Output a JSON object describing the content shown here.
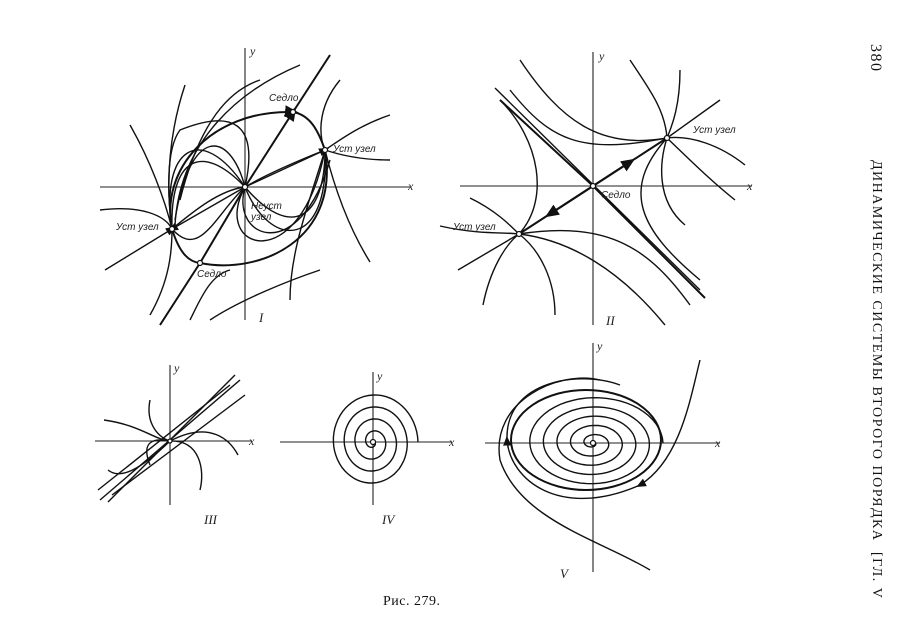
{
  "header": {
    "page_number": "380",
    "running_title": "ДИНАМИЧЕСКИЕ СИСТЕМЫ ВТОРОГО ПОРЯДКА",
    "chapter": "[ГЛ. V"
  },
  "figure": {
    "caption": "Рис. 279.",
    "axis_x": "x",
    "axis_y": "y",
    "panels": [
      {
        "numeral": "I",
        "labels": {
          "saddle_top": "Седло",
          "stable_node_right": "Уст узел",
          "unstable_node_1": "Неуст",
          "unstable_node_2": "узел",
          "stable_node_left": "Уст узел",
          "saddle_bottom": "Седло"
        }
      },
      {
        "numeral": "II",
        "labels": {
          "stable_node_right": "Уст узел",
          "saddle": "Седло",
          "stable_node_left": "Уст узел"
        }
      },
      {
        "numeral": "III"
      },
      {
        "numeral": "IV"
      },
      {
        "numeral": "V"
      }
    ]
  }
}
